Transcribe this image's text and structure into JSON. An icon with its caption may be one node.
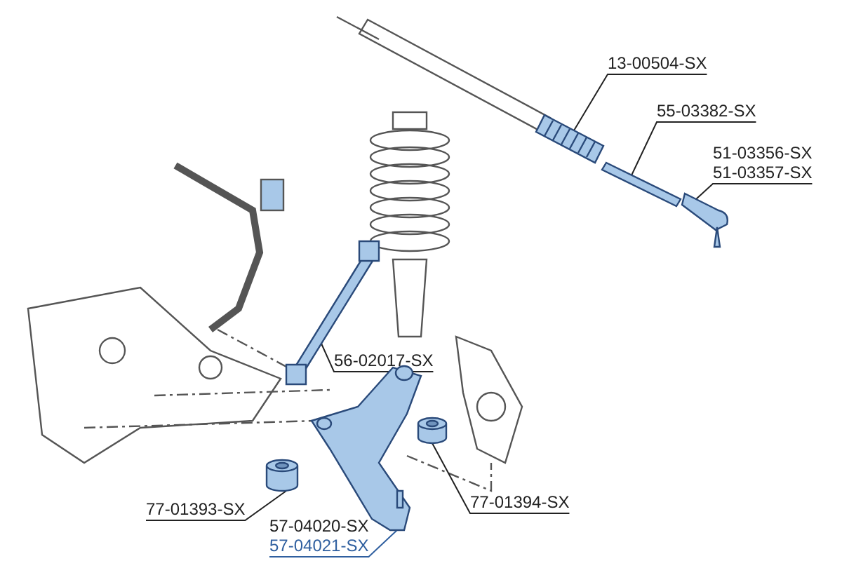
{
  "diagram": {
    "nodes": [
      {
        "text": [
          "13-00504-SX"
        ]
      },
      {
        "text": [],
        "shape": "picture"
      },
      {
        "text": [
          "55-03382-SX"
        ]
      },
      {
        "text": [],
        "shape": "bar"
      },
      {
        "text": [
          "51-03356-SX",
          "51-03357-SX"
        ]
      },
      {
        "text": [],
        "shape": "picture"
      },
      {
        "text": [
          "56-02017-SX"
        ]
      },
      {
        "text": [],
        "shape": "picture"
      },
      {
        "text": [
          "77-01393-SX"
        ]
      },
      {
        "text": [],
        "shape": "cylinder"
      },
      {
        "text": [
          "57-04020-SX",
          "57-04021-SX"
        ]
      },
      {
        "text": [],
        "shape": "picture"
      },
      {
        "text": [
          "77-01394-SX"
        ]
      },
      {
        "text": [],
        "shape": "cylinder"
      }
    ],
    "edges": [
      {
        "from": 0,
        "to": 1,
        "arrow": "none"
      },
      {
        "from": 2,
        "to": 3,
        "arrow": "none"
      },
      {
        "from": 4,
        "to": 5,
        "arrow": "none"
      },
      {
        "from": 6,
        "to": 7,
        "arrow": "none"
      },
      {
        "from": 8,
        "to": 9,
        "arrow": "none"
      },
      {
        "from": 10,
        "to": 11,
        "arrow": "none",
        "color": "#2f5f9f"
      },
      {
        "from": 12,
        "to": 13,
        "arrow": "none"
      }
    ]
  }
}
